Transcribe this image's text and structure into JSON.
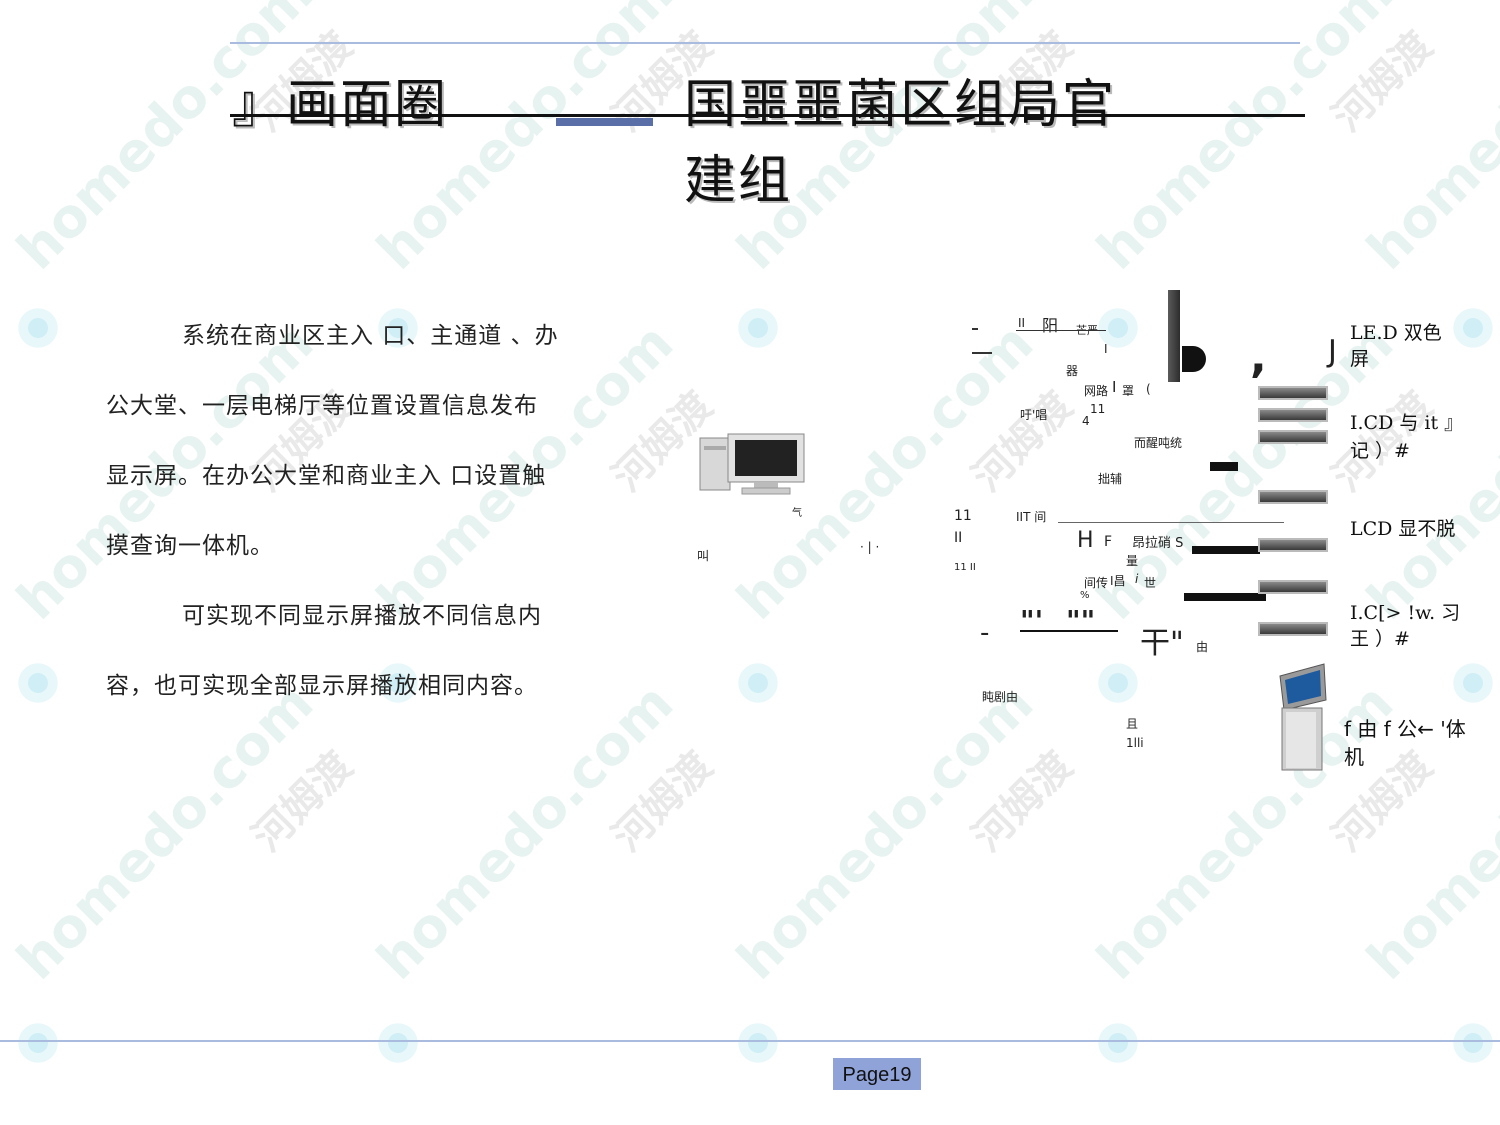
{
  "title": {
    "line1_prefix": "』画面圈",
    "line1_main": "国噩噩菌区组局官",
    "line2": "建组"
  },
  "body": {
    "paragraph1_lines": [
      "系统在商业区主入 口、主通道 、办",
      "公大堂、一层电梯厅等位置设置信息发布",
      "显示屏。在办公大堂和商业主入 口设置触",
      "摸查询一体机。"
    ],
    "paragraph2_lines": [
      "可实现不同显示屏播放不同信息内",
      "容，也可实现全部显示屏播放相同内容。"
    ]
  },
  "diagram": {
    "left_labels": [
      "气",
      "叫"
    ],
    "fragments": [
      "II",
      "阳",
      "芒严",
      "I",
      "器",
      "网路",
      "I",
      "罩",
      "(",
      "吁'唱",
      "11",
      "4",
      "而醒吨统",
      "拙辅",
      "11",
      "II",
      "IIT 间",
      "11 II",
      "H",
      "F",
      "昂拉硝 S",
      "量",
      "间传",
      "I昌",
      "i",
      "世",
      "%",
      "\"'",
      "\"\"",
      "干\"",
      "由",
      "盹剧由",
      "且",
      "1lli",
      "J",
      ",",
      "-"
    ],
    "device_labels": [
      {
        "line1": "LE.D 双色",
        "line2": "屏"
      },
      {
        "line1": "I.CD  与 it 』",
        "line2": "记 ）#"
      },
      {
        "line1": "LCD 显不脱",
        "line2": ""
      },
      {
        "line1": "I.C[> !w. 习",
        "line2": "王 ）#"
      },
      {
        "line1": "f 由 f 公← '体",
        "line2": "机"
      }
    ]
  },
  "footer": {
    "page": "Page19"
  },
  "watermark": {
    "text1": "homedo.com",
    "text2": "河姆渡"
  },
  "colors": {
    "rule": "#a9bce0",
    "page_box": "#8fa3d9",
    "title_accent": "#5a6fa8"
  }
}
